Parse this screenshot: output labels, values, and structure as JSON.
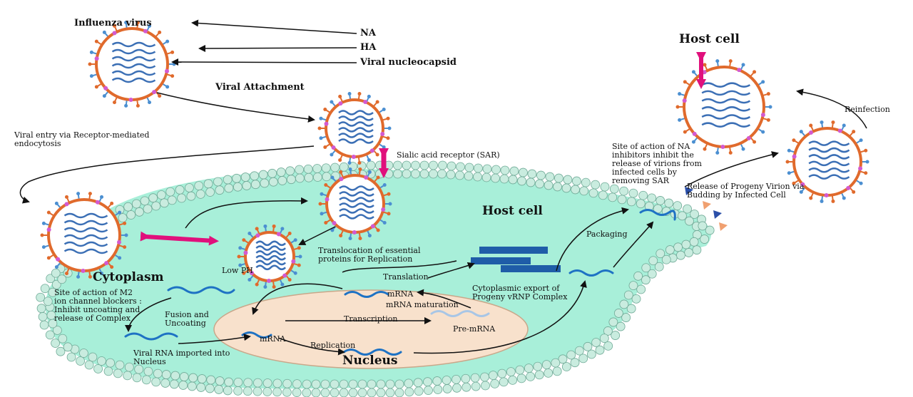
{
  "labels": {
    "influenza_virus": "Influenza virus",
    "na": "NA",
    "ha": "HA",
    "viral_nucleocapsid": "Viral nucleocapsid",
    "viral_attachment": "Viral Attachment",
    "viral_entry": "Viral entry via Receptor-mediated\nendocytosis",
    "sialic_acid_receptor": "Sialic acid receptor (SAR)",
    "host_cell_top": "Host cell",
    "host_cell_center": "Host cell",
    "reinfection": "Reinfection",
    "na_inhibitors": "Site of action of NA\ninhibitors inhibit the\nrelease of virions from\ninfected cells by\nremoving SAR",
    "release_progeny": "Release of Progeny Virion via\nBudding by Infected Cell",
    "packaging": "Packaging",
    "translocation": "Translocation of essential\nproteins for Replication",
    "cytoplasm": "Cytoplasm",
    "low_ph": "Low PH",
    "translation": "Translation",
    "cytoplasmic_export": "Cytoplasmic export of\nProgeny vRNP Complex",
    "m2_blockers": "Site of action of M2\nion channel blockers :\nInhibit uncoating and\nrelease of Complex",
    "fusion_uncoating": "Fusion and\nUncoating",
    "mrna_top": "mRNA",
    "mrna_maturation": "mRNA maturation",
    "transcription": "Transcription",
    "pre_mrna": "Pre-mRNA",
    "mrna_left": "mRNA",
    "replication": "Replication",
    "viral_rna_imported": "Viral RNA imported into\nNucleus",
    "nucleus": "Nucleus"
  },
  "colors": {
    "cell_fill": "#a8efd9",
    "membrane": "#c9ecdf",
    "nucleus_fill": "#f8e1cc",
    "virus_ring": "#e06a2c",
    "virus_core": "#ffffff",
    "rna": "#1e72c4",
    "protein_bar": "#1f5da8",
    "pink_arrow": "#e0107c"
  }
}
